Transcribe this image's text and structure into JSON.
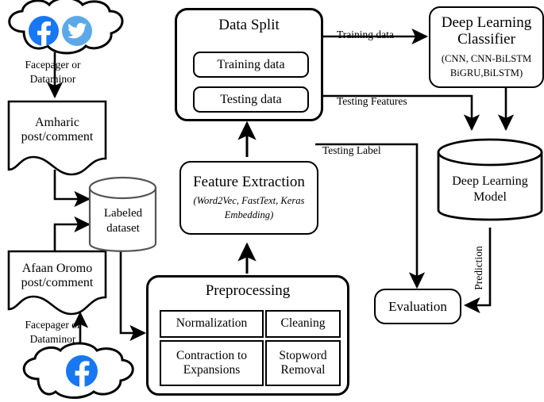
{
  "diagram": {
    "title": "Deep learning pipeline for Amharic and Afaan Oromo social media posts",
    "colors": {
      "stroke": "#000000",
      "background": "#ffffff",
      "facebook_blue": "#1877F2",
      "twitter_blue": "#5BA9E8",
      "cylinder_stroke": "#444444"
    },
    "sources": {
      "top_cloud": {
        "name": "social-media-cloud-top",
        "icons": [
          "facebook-icon",
          "twitter-icon"
        ]
      },
      "bottom_cloud": {
        "name": "social-media-cloud-bottom",
        "icons": [
          "facebook-icon"
        ]
      }
    },
    "nodes": {
      "amharic_doc": {
        "label": "Amharic\npost/comment",
        "line1": "Amharic",
        "line2": "post/comment",
        "shape": "document"
      },
      "afaan_doc": {
        "label": "Afaan Oromo\npost/comment",
        "line1": "Afaan Oromo",
        "line2": "post/comment",
        "shape": "document"
      },
      "labeled_dataset": {
        "line1": "Labeled",
        "line2": "dataset",
        "shape": "cylinder"
      },
      "preprocessing": {
        "title": "Preprocessing",
        "shape": "rounded-rect",
        "steps": [
          "Normalization",
          "Cleaning",
          "Contraction to Expansions",
          "Stopword Removal"
        ],
        "step_lines": [
          [
            "Normalization"
          ],
          [
            "Cleaning"
          ],
          [
            "Contraction to",
            "Expansions"
          ],
          [
            "Stopword",
            "Removal"
          ]
        ]
      },
      "feature_extraction": {
        "title": "Feature Extraction",
        "subtitle_line1": "(Word2Vec, FastText, Keras",
        "subtitle_line2": "Embedding)",
        "shape": "rounded-rect"
      },
      "data_split": {
        "title": "Data Split",
        "shape": "rounded-rect",
        "children": [
          "Training data",
          "Testing data"
        ]
      },
      "dl_classifier": {
        "title_line1": "Deep Learning",
        "title_line2": "Classifier",
        "subtitle_line1": "(CNN, CNN-BiLSTM",
        "subtitle_line2": "BiGRU,BiLSTM)",
        "shape": "rounded-rect"
      },
      "dl_model": {
        "line1": "Deep Learning",
        "line2": "Model",
        "shape": "cylinder"
      },
      "evaluation": {
        "title": "Evaluation",
        "shape": "rounded-rect"
      }
    },
    "edge_labels": {
      "facepager_top_line1": "Facepager or",
      "facepager_top_line2": "Dataminor",
      "facepager_bottom_line1": "Facepager or",
      "facepager_bottom_line2": "Dataminor",
      "training_data": "Training data",
      "testing_features": "Testing Features",
      "testing_label": "Testing Label",
      "prediction": "Prediction"
    }
  }
}
